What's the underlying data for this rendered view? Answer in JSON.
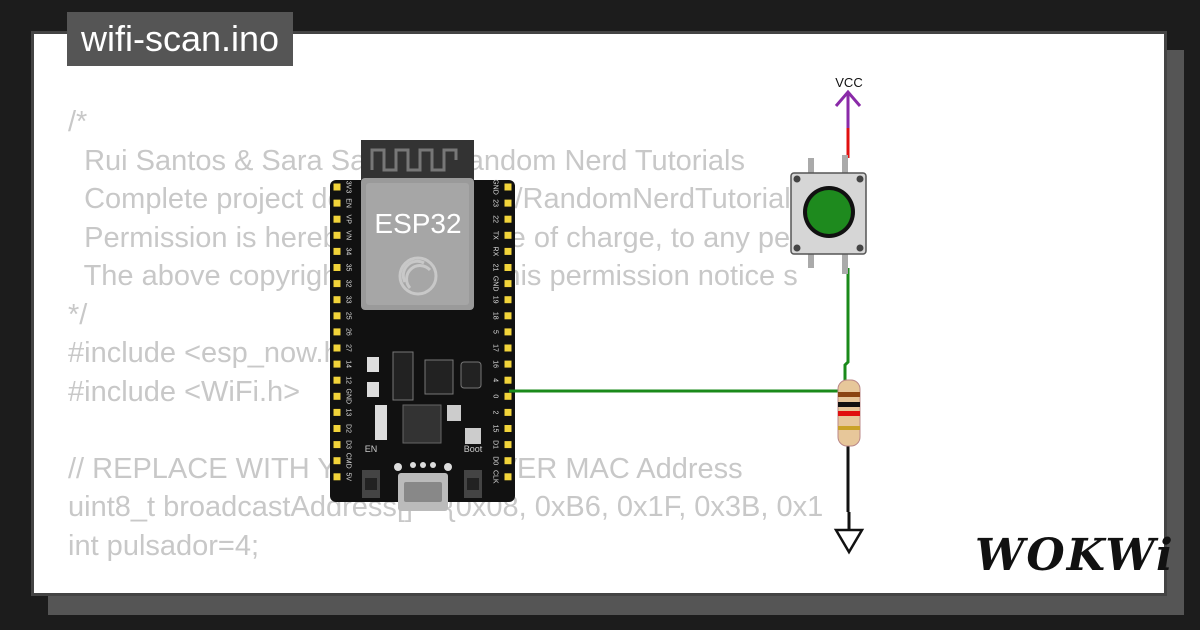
{
  "file_tab": {
    "label": "wifi-scan.ino"
  },
  "code_lines": [
    "/*",
    "  Rui Santos & Sara Santos - Random Nerd Tutorials",
    "  Complete project details at https://RandomNerdTutorials",
    "  Permission is hereby granted, free of charge, to any pe",
    "  The above copyright notice and this permission notice s",
    "*/",
    "#include <esp_now.h>",
    "#include <WiFi.h>",
    "",
    "// REPLACE WITH YOUR RECEIVER MAC Address",
    "uint8_t broadcastAddress[] = {0x08, 0xB6, 0x1F, 0x3B, 0x1",
    "int pulsador=4;"
  ],
  "board": {
    "name": "ESP32",
    "left_pins": [
      "3V3",
      "EN",
      "VP",
      "VN",
      "34",
      "35",
      "32",
      "33",
      "25",
      "26",
      "27",
      "14",
      "12",
      "GND",
      "13",
      "D2",
      "D3",
      "CMD",
      "5V"
    ],
    "right_pins": [
      "GND",
      "23",
      "22",
      "TX",
      "RX",
      "21",
      "GND",
      "19",
      "18",
      "5",
      "17",
      "16",
      "4",
      "0",
      "2",
      "15",
      "D1",
      "D0",
      "CLK"
    ],
    "button_en": "EN",
    "button_boot": "Boot"
  },
  "vcc_label": "VCC",
  "logo": "WOKWi",
  "colors": {
    "background": "#1c1c1c",
    "wire_signal": "#1a8a1a",
    "wire_vcc": "#e01010",
    "vcc_symbol": "#8a2aa8",
    "button_cap": "#1e8a1e"
  }
}
